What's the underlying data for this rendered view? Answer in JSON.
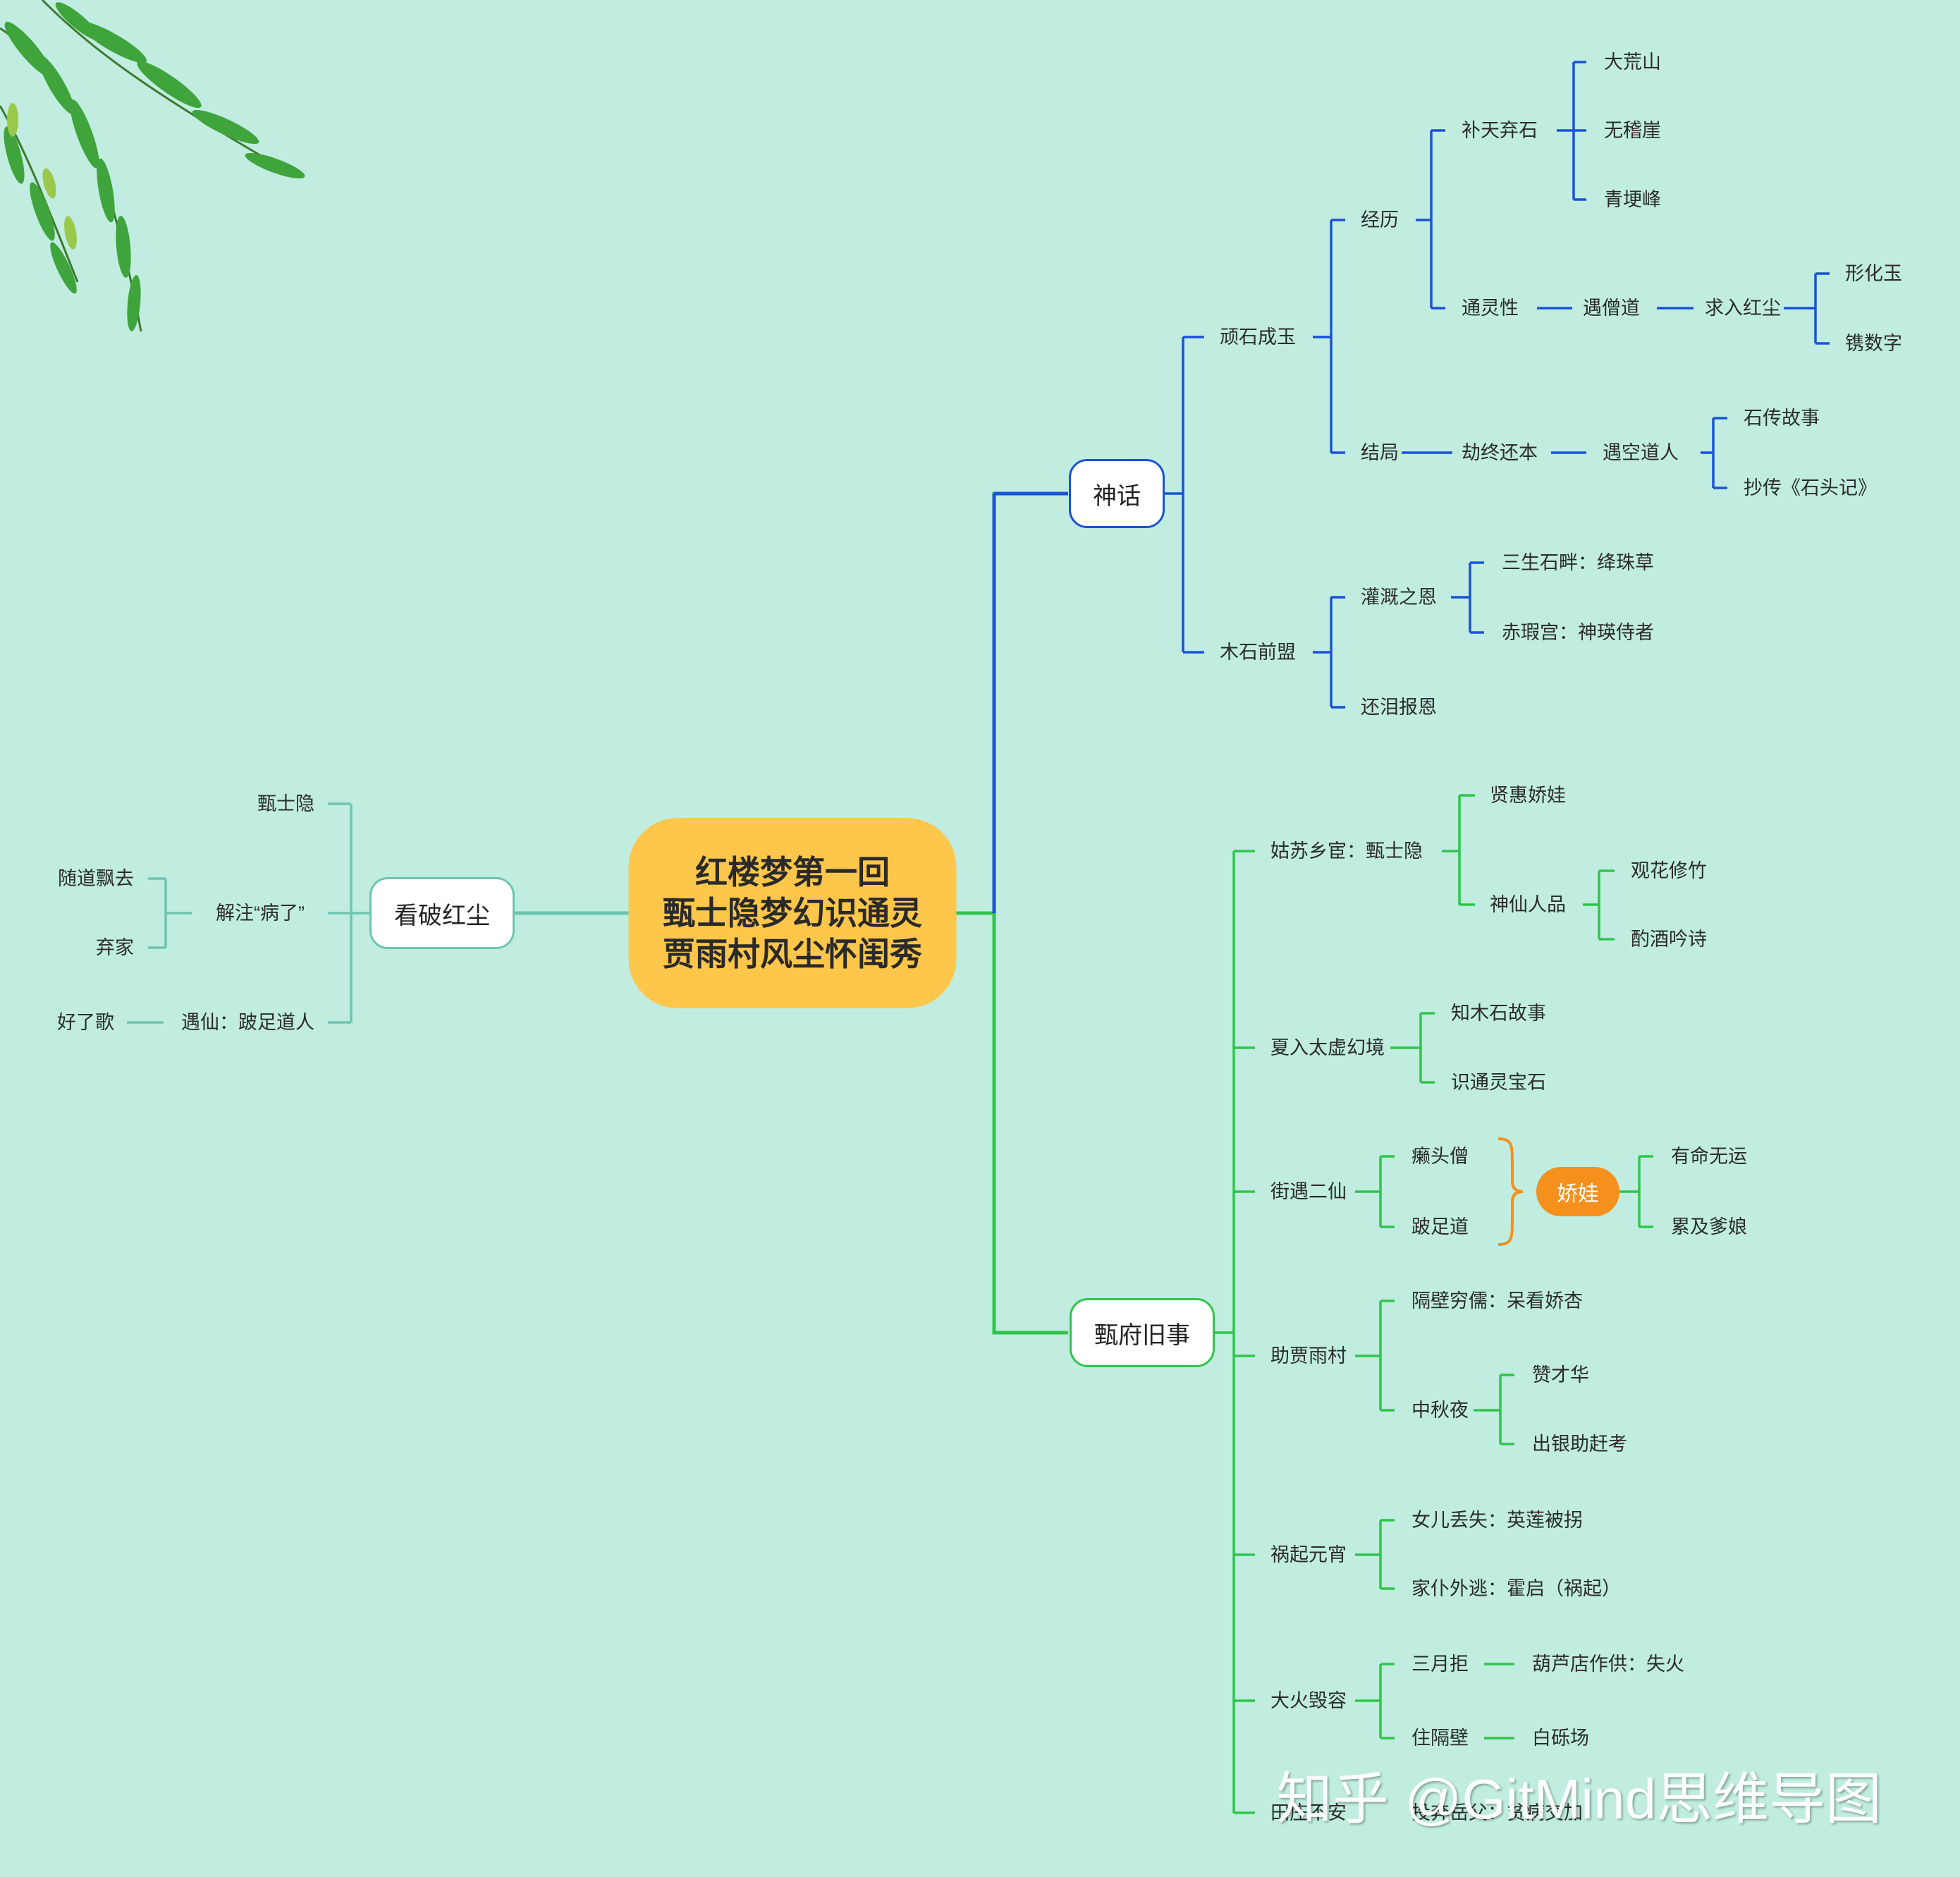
{
  "root": {
    "lines": [
      "红楼梦第一回",
      "甄士隐梦幻识通灵",
      "贾雨村风尘怀闺秀"
    ]
  },
  "branches": {
    "myth": "神话",
    "zhen": "甄府旧事",
    "kanpo": "看破红尘"
  },
  "myth": {
    "wanshi": "顽石成玉",
    "jingli": "经历",
    "butian": "补天弃石",
    "dahuang": "大荒山",
    "wuji": "无稽崖",
    "qinggeng": "青埂峰",
    "tongling": "通灵性",
    "yuseng": "遇僧道",
    "qiuru": "求入红尘",
    "xinghua": "形化玉",
    "juanshu": "镌数字",
    "jieju": "结局",
    "jiezhong": "劫终还本",
    "yukong": "遇空道人",
    "shichuan": "石传故事",
    "chaochuan": "抄传《石头记》",
    "mushi": "木石前盟",
    "guangai": "灌溉之恩",
    "sansheng": "三生石畔：绛珠草",
    "chixia": "赤瑕宫：神瑛侍者",
    "huanlei": "还泪报恩"
  },
  "zhen": {
    "gusu": "姑苏乡宦：甄士隐",
    "xianhui": "贤惠娇娃",
    "shenxian": "神仙人品",
    "guanhua": "观花修竹",
    "zuijiu": "酌酒吟诗",
    "xiaru": "夏入太虚幻境",
    "zhimu": "知木石故事",
    "shitong": "识通灵宝石",
    "jieyu": "街遇二仙",
    "laitou": "癞头僧",
    "bozu": "跛足道",
    "jiaowa": "娇娃",
    "youming": "有命无运",
    "leiji": "累及爹娘",
    "zhujia": "助贾雨村",
    "gebi": "隔壁穷儒：呆看娇杏",
    "zhongqiu": "中秋夜",
    "zancai": "赞才华",
    "chuyin": "出银助赶考",
    "huoqi": "祸起元宵",
    "nver": "女儿丢失：英莲被拐",
    "jiapu": "家仆外逃：霍启（祸起）",
    "dahuo": "大火毁容",
    "sanyue": "三月拒",
    "hulu": "葫芦店作供：失火",
    "zhugebi": "住隔壁",
    "baishao": "白砾场",
    "tianjia": "田庄不安",
    "touben": "投奔岳父：贫病交加"
  },
  "kanpo": {
    "zhenshiyin": "甄士隐",
    "jiezhu": "解注“病了”",
    "suidao": "随道飘去",
    "qijia": "弃家",
    "yuxian": "遇仙：跛足道人",
    "haole": "好了歌"
  },
  "watermark": "知乎 @GitMind思维导图",
  "colors": {
    "background": "#c0ede0",
    "blue": "#1b52d6",
    "green": "#2fc54b",
    "teal": "#6dc5b0",
    "orange": "#f5901c",
    "root": "#fec74b"
  }
}
